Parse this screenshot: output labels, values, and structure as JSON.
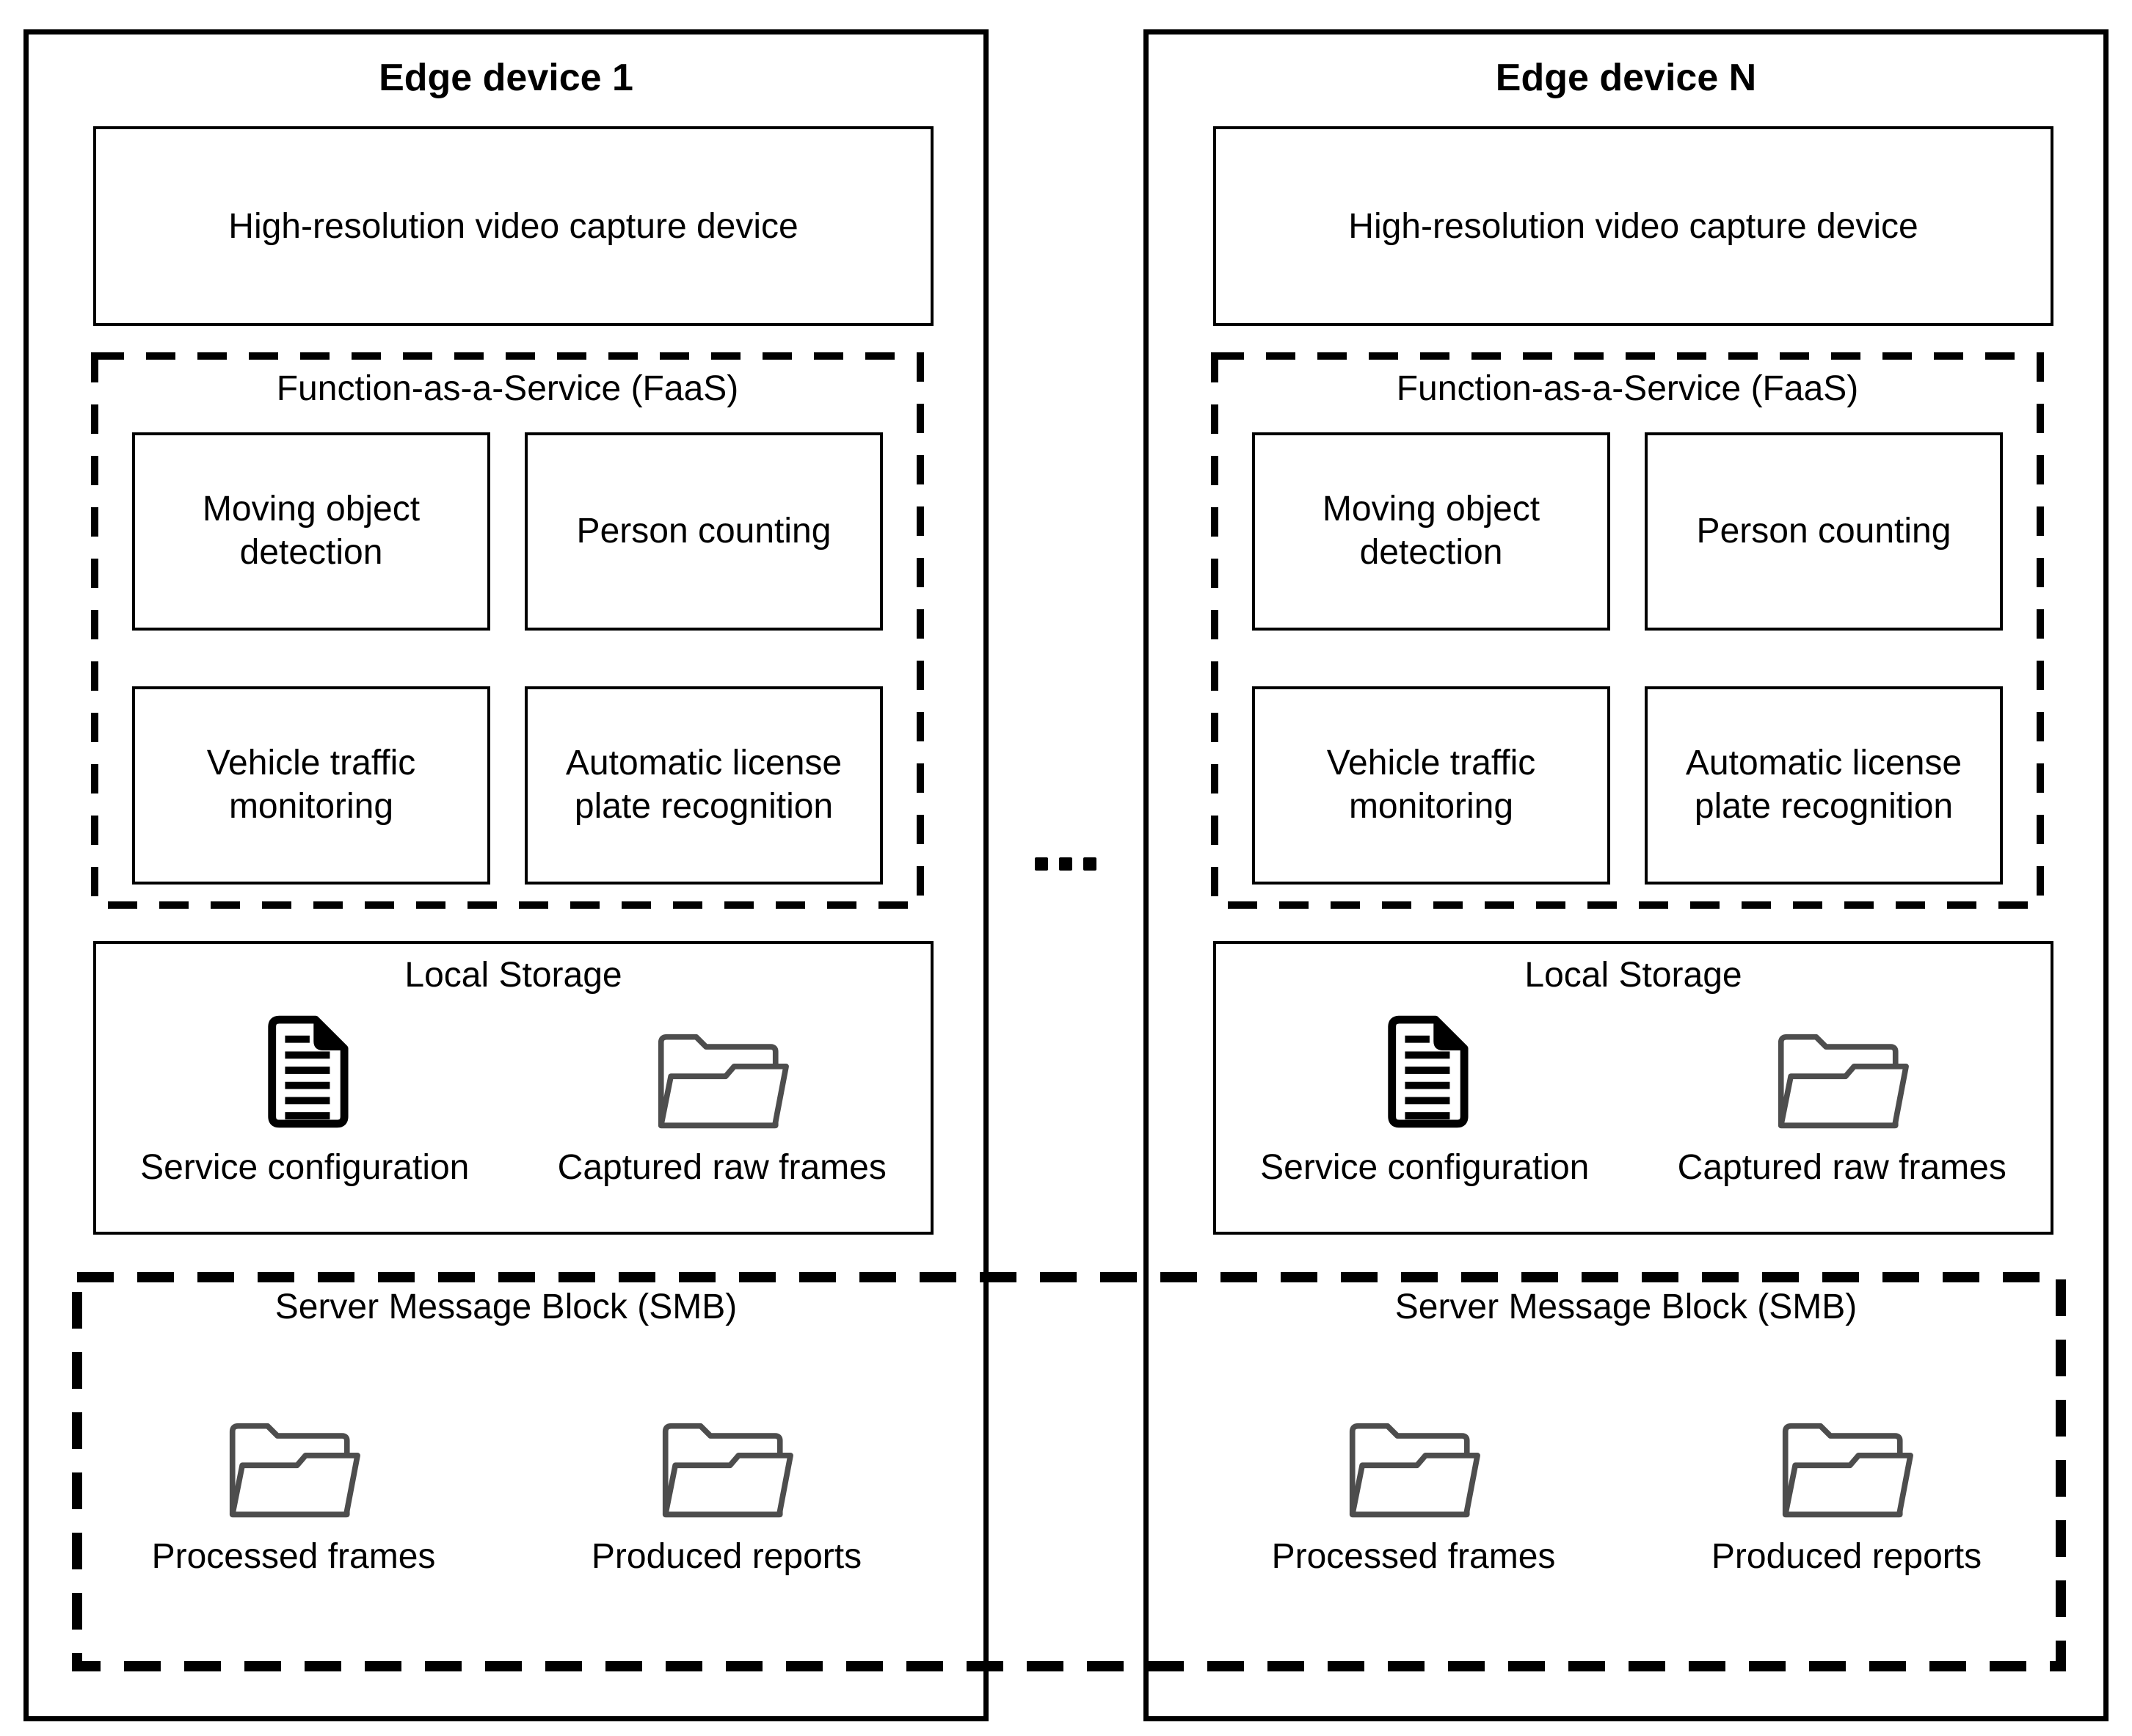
{
  "page": {
    "ellipsis": "...",
    "colors": {
      "background": "#ffffff",
      "line": "#000000",
      "folder_stroke": "#4d4d4d"
    }
  },
  "devices": [
    {
      "title": "Edge device 1",
      "video_capture": {
        "label": "High-resolution video capture device"
      },
      "faas": {
        "title": "Function-as-a-Service (FaaS)",
        "functions": [
          "Moving object detection",
          "Person counting",
          "Vehicle traffic monitoring",
          "Automatic license plate recognition"
        ]
      },
      "local_storage": {
        "title": "Local Storage",
        "items": [
          {
            "icon": "document-icon",
            "label": "Service configuration"
          },
          {
            "icon": "folder-icon",
            "label": "Captured raw frames"
          }
        ]
      },
      "smb": {
        "title": "Server Message Block (SMB)",
        "items": [
          {
            "icon": "folder-icon",
            "label": "Processed frames"
          },
          {
            "icon": "folder-icon",
            "label": "Produced reports"
          }
        ]
      }
    },
    {
      "title": "Edge device N",
      "video_capture": {
        "label": "High-resolution video capture device"
      },
      "faas": {
        "title": "Function-as-a-Service (FaaS)",
        "functions": [
          "Moving object detection",
          "Person counting",
          "Vehicle traffic monitoring",
          "Automatic license plate recognition"
        ]
      },
      "local_storage": {
        "title": "Local Storage",
        "items": [
          {
            "icon": "document-icon",
            "label": "Service configuration"
          },
          {
            "icon": "folder-icon",
            "label": "Captured raw frames"
          }
        ]
      },
      "smb": {
        "title": "Server Message Block (SMB)",
        "items": [
          {
            "icon": "folder-icon",
            "label": "Processed frames"
          },
          {
            "icon": "folder-icon",
            "label": "Produced reports"
          }
        ]
      }
    }
  ]
}
